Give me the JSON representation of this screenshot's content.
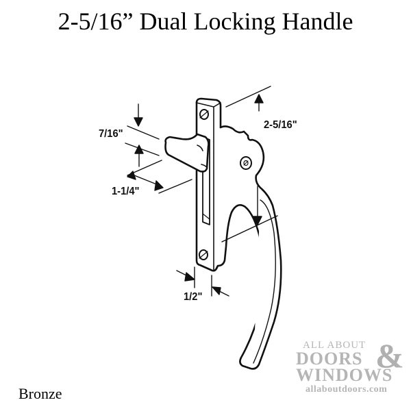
{
  "title": "2-5/16” Dual Locking Handle",
  "dimensions": {
    "overall_height": "2-5/16\"",
    "lever_height": "7/16\"",
    "lever_projection": "1-1/4\"",
    "base_width": "1/2\""
  },
  "finish": "Bronze",
  "watermark": {
    "line1": "ALL ABOUT",
    "line2": "DOORS",
    "ampersand": "&",
    "line3": "WINDOWS",
    "url": "allaboutdoors.com"
  },
  "colors": {
    "line": "#111111",
    "background": "#ffffff",
    "watermark": "#b5b5b5"
  }
}
